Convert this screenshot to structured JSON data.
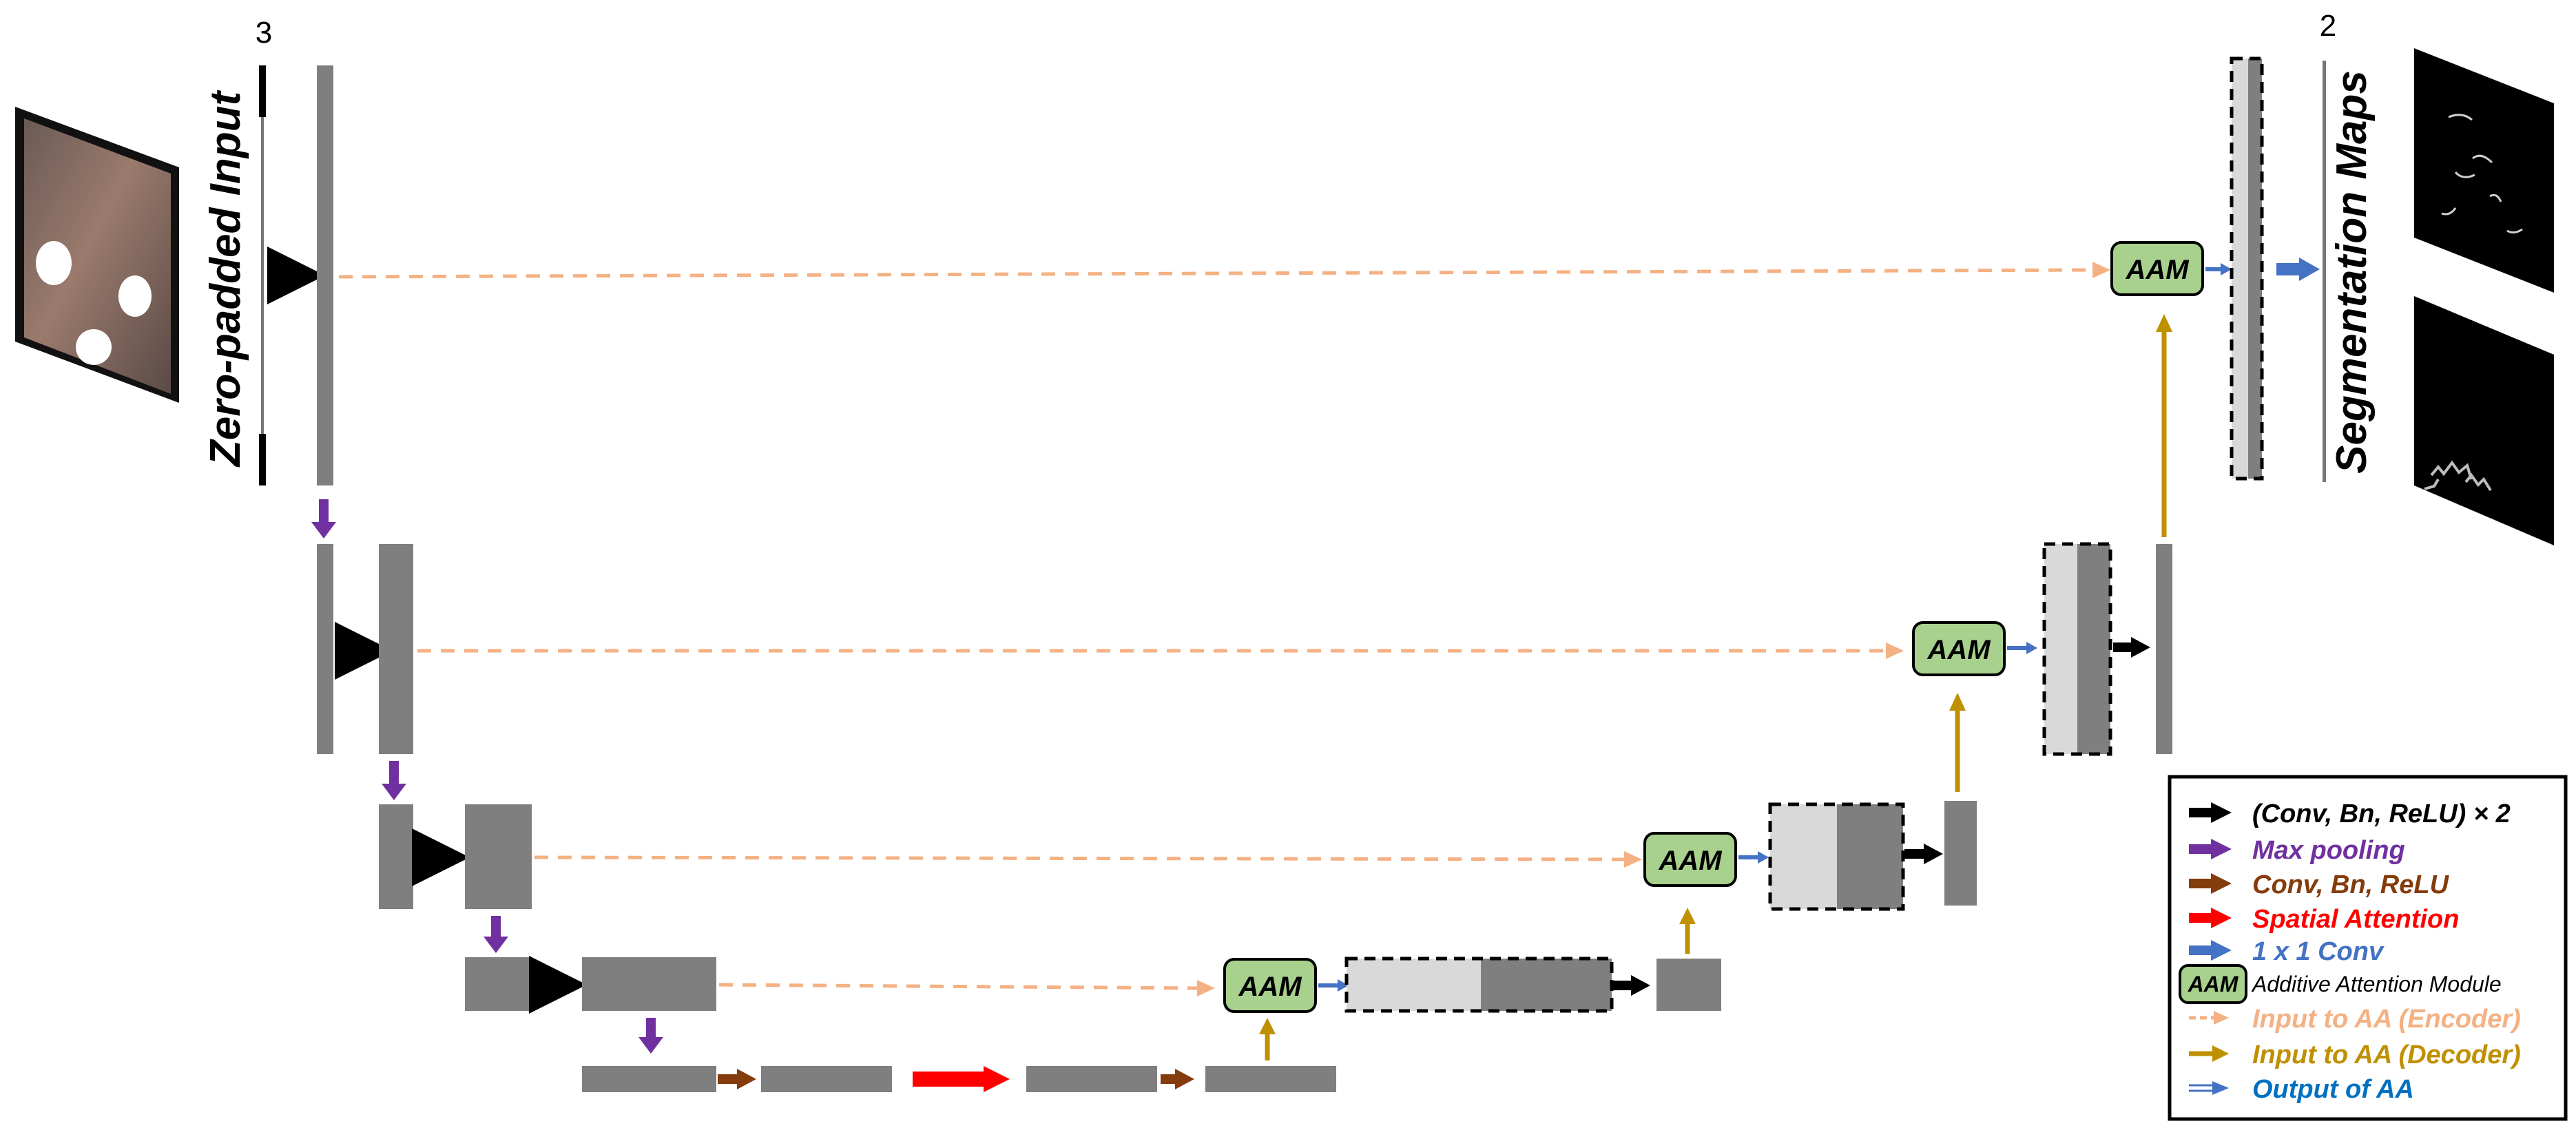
{
  "input": {
    "label": "Zero-padded Input",
    "channels": "3"
  },
  "output": {
    "label": "Segmentation Maps",
    "channels": "2"
  },
  "modules": {
    "aam_label": "AAM"
  },
  "legend": {
    "items": [
      {
        "id": "conv-block",
        "text": "(Conv, Bn, ReLU) × 2",
        "color": "#000000",
        "arrow": "thick"
      },
      {
        "id": "max-pooling",
        "text": "Max pooling",
        "color": "#7030a0",
        "arrow": "thick"
      },
      {
        "id": "conv-bn-relu",
        "text": "Conv, Bn, ReLU",
        "color": "#843c0c",
        "arrow": "thick"
      },
      {
        "id": "spatial-attention",
        "text": "Spatial Attention",
        "color": "#ff0000",
        "arrow": "thick"
      },
      {
        "id": "one-by-one-conv",
        "text": "1 x 1 Conv",
        "color": "#4472c4",
        "arrow": "thick"
      },
      {
        "id": "additive-attention",
        "text": "Additive Attention Module",
        "color": "#000000",
        "arrow": "box"
      },
      {
        "id": "input-aa-encoder",
        "text": "Input to AA (Encoder)",
        "color": "#f4b183",
        "arrow": "dashed"
      },
      {
        "id": "input-aa-decoder",
        "text": "Input to AA (Decoder)",
        "color": "#bf9000",
        "arrow": "thin"
      },
      {
        "id": "output-aa",
        "text": "Output of AA",
        "color": "#0070c0",
        "arrow": "double"
      }
    ]
  },
  "colors": {
    "feature_map": "#7f7f7f",
    "skip_copy": "#d9d9d9",
    "aam_fill": "#a9d18e",
    "max_pool": "#7030a0",
    "conv": "#843c0c",
    "spatial_attention": "#ff0000",
    "conv1x1": "#4472c4",
    "encoder_skip": "#f4b183",
    "decoder_gate": "#bf9000",
    "aa_output": "#4472c4"
  }
}
